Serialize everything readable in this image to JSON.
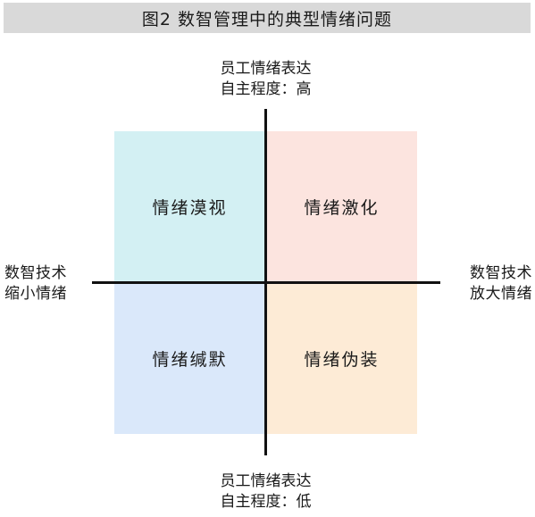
{
  "title": "图2  数智管理中的典型情绪问题",
  "axes": {
    "top": {
      "line1": "员工情绪表达",
      "line2": "自主程度：高"
    },
    "bottom": {
      "line1": "员工情绪表达",
      "line2": "自主程度：低"
    },
    "left": {
      "line1": "数智技术",
      "line2": "缩小情绪"
    },
    "right": {
      "line1": "数智技术",
      "line2": "放大情绪"
    }
  },
  "quadrants": {
    "top_left": {
      "label": "情绪漠视",
      "color": "#d3f0f3"
    },
    "top_right": {
      "label": "情绪激化",
      "color": "#fce4df"
    },
    "bottom_left": {
      "label": "情绪缄默",
      "color": "#dae8fa"
    },
    "bottom_right": {
      "label": "情绪伪装",
      "color": "#fdebd6"
    }
  },
  "colors": {
    "title_bar": "#d9d9d9",
    "axis": "#111111"
  }
}
